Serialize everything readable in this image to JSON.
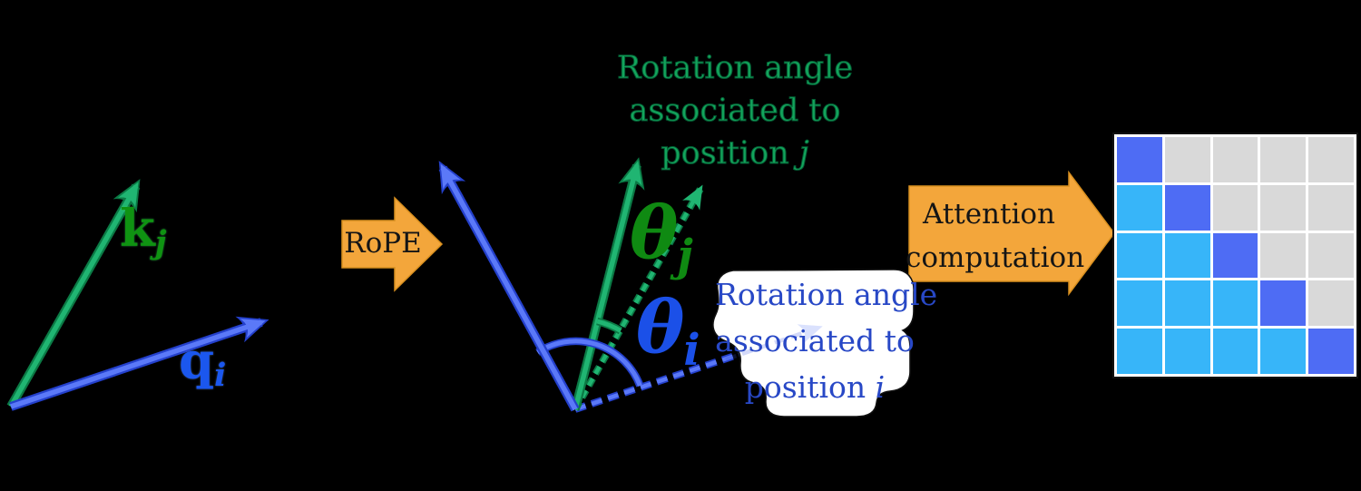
{
  "left_vectors": {
    "k_label": "k",
    "k_sub": "j",
    "q_label": "q",
    "q_sub": "i"
  },
  "rope_arrow": {
    "label": "RoPE"
  },
  "attention_arrow": {
    "line1": "Attention",
    "line2": "computation"
  },
  "green_note": {
    "line1": "Rotation angle",
    "line2": "associated to",
    "line3_prefix": "position",
    "line3_var": "j"
  },
  "blue_note": {
    "line1": "Rotation angle",
    "line2": "associated to",
    "line3_prefix": "position",
    "line3_var": "i"
  },
  "theta_j": {
    "symbol": "θ",
    "sub": "j"
  },
  "theta_i": {
    "symbol": "θ",
    "sub": "i"
  },
  "colors": {
    "vector_blue": "#5b79f8",
    "vector_blue_dark": "#2440cc",
    "vector_green": "#20b572",
    "vector_green_dark": "#0b7a45",
    "theta_j_green": "#0f8a12",
    "theta_i_blue": "#1b50e8",
    "heading_green": "#13a45c",
    "note_blue": "#2848c6",
    "block_arrow_orange": "#f3a63b",
    "background": "#000000"
  },
  "matrix": {
    "rows": [
      [
        "diagonal",
        "upper",
        "upper",
        "upper",
        "upper"
      ],
      [
        "lower",
        "diagonal",
        "upper",
        "upper",
        "upper"
      ],
      [
        "lower",
        "lower",
        "diagonal",
        "upper",
        "upper"
      ],
      [
        "lower",
        "lower",
        "lower",
        "diagonal",
        "upper"
      ],
      [
        "lower",
        "lower",
        "lower",
        "lower",
        "diagonal"
      ]
    ],
    "colors": {
      "diagonal": "#4e6cf4",
      "lower": "#37b5f9",
      "upper": "#d9d9d9"
    }
  }
}
